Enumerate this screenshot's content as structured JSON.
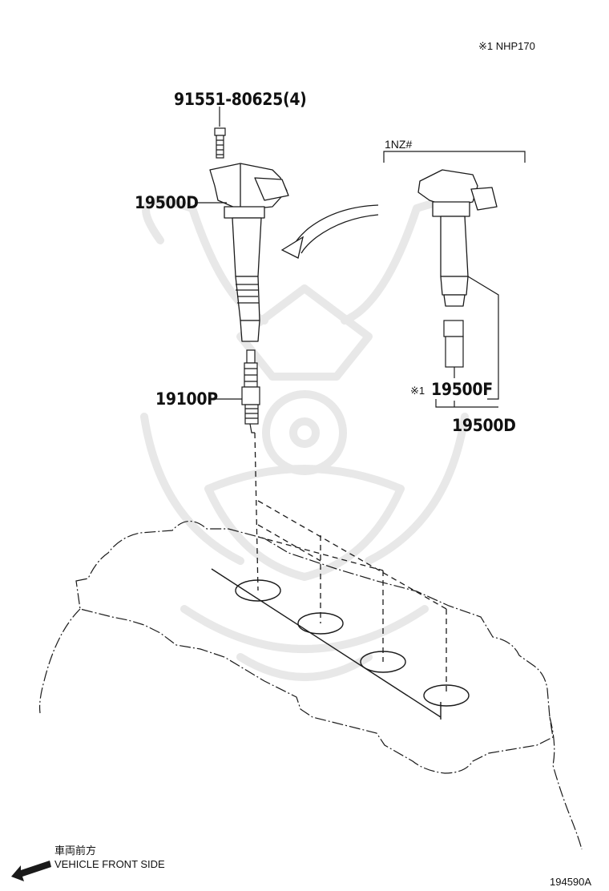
{
  "header_note": "※1 NHP170",
  "variant_label": "1NZ#",
  "parts": {
    "bolt": "91551-80625(4)",
    "coil_main": "19500D",
    "spark_plug": "19100P",
    "coil_alt": "19500D",
    "boot_note_mark": "※1",
    "boot": "19500F"
  },
  "direction": {
    "jp": "車両前方",
    "en": "VEHICLE FRONT SIDE"
  },
  "figure_code": "194590A",
  "colors": {
    "line": "#1a1a1a",
    "watermark": "#e6e6e6"
  }
}
